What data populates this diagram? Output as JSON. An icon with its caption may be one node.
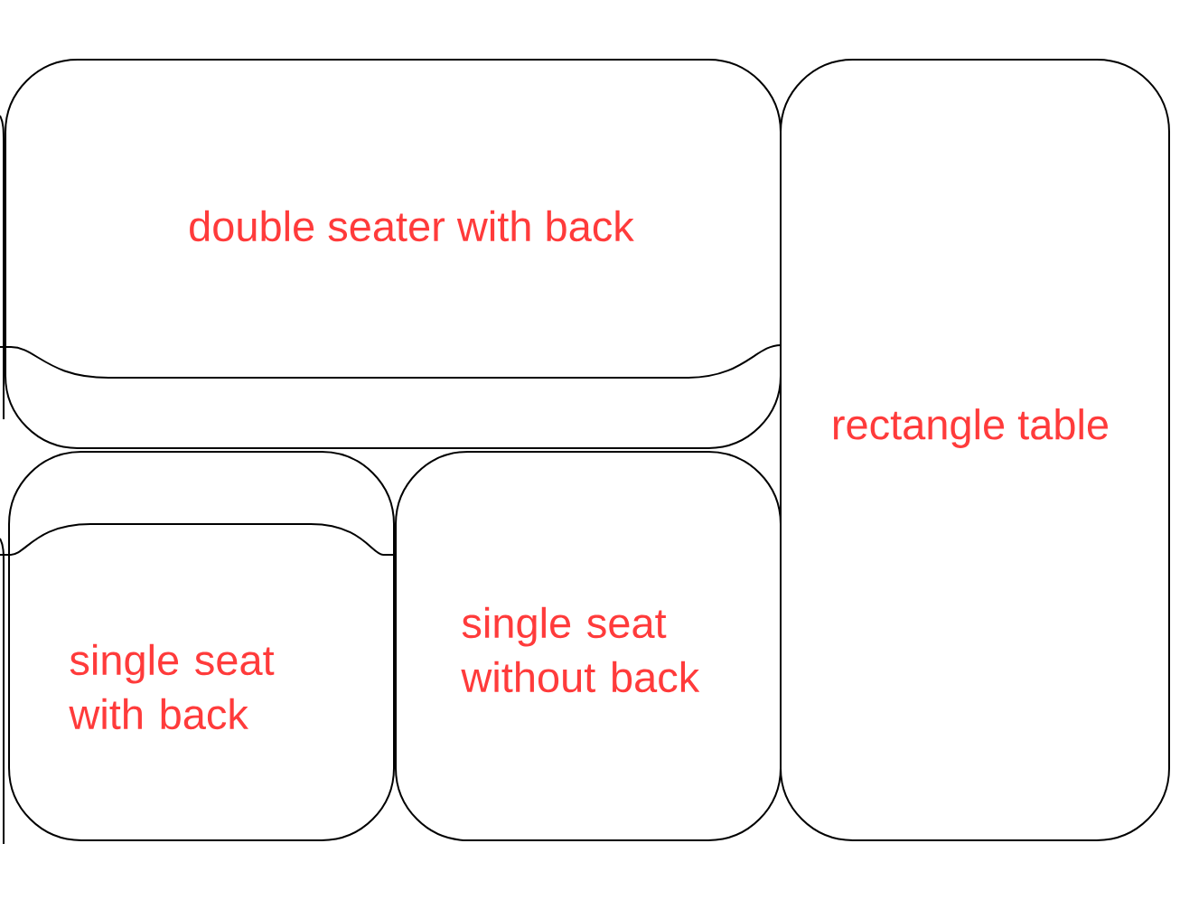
{
  "diagram": {
    "nodes": [
      {
        "text": [
          "double seater with back"
        ]
      },
      {
        "text": [
          "rectangle table"
        ]
      },
      {
        "text": [
          "single seat with back"
        ]
      },
      {
        "text": [
          "single seat without back"
        ]
      }
    ]
  }
}
